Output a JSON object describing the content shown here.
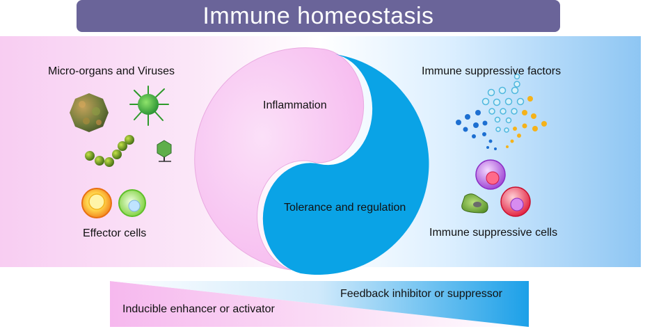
{
  "title": "Immune homeostasis",
  "left": {
    "pathogens_label": "Micro-organs and Viruses",
    "effector_label": "Effector cells"
  },
  "right": {
    "factors_label": "Immune suppressive factors",
    "cells_label": "Immune suppressive cells"
  },
  "yinyang": {
    "inflammation": "Inflammation",
    "tolerance": "Tolerance and regulation"
  },
  "bottom": {
    "enhancer": "Inducible enhancer or activator",
    "suppressor": "Feedback inhibitor or suppressor"
  },
  "colors": {
    "title_bg": "#6a6499",
    "pink": "#f8c8f2",
    "blue": "#0aa3e6"
  },
  "icons": [
    "virus-icon",
    "bacteria-chain-icon",
    "phage-icon",
    "effector-cell-icon",
    "suppressive-cell-icon",
    "dendritic-cell-icon",
    "cytokine-dots-icon"
  ]
}
